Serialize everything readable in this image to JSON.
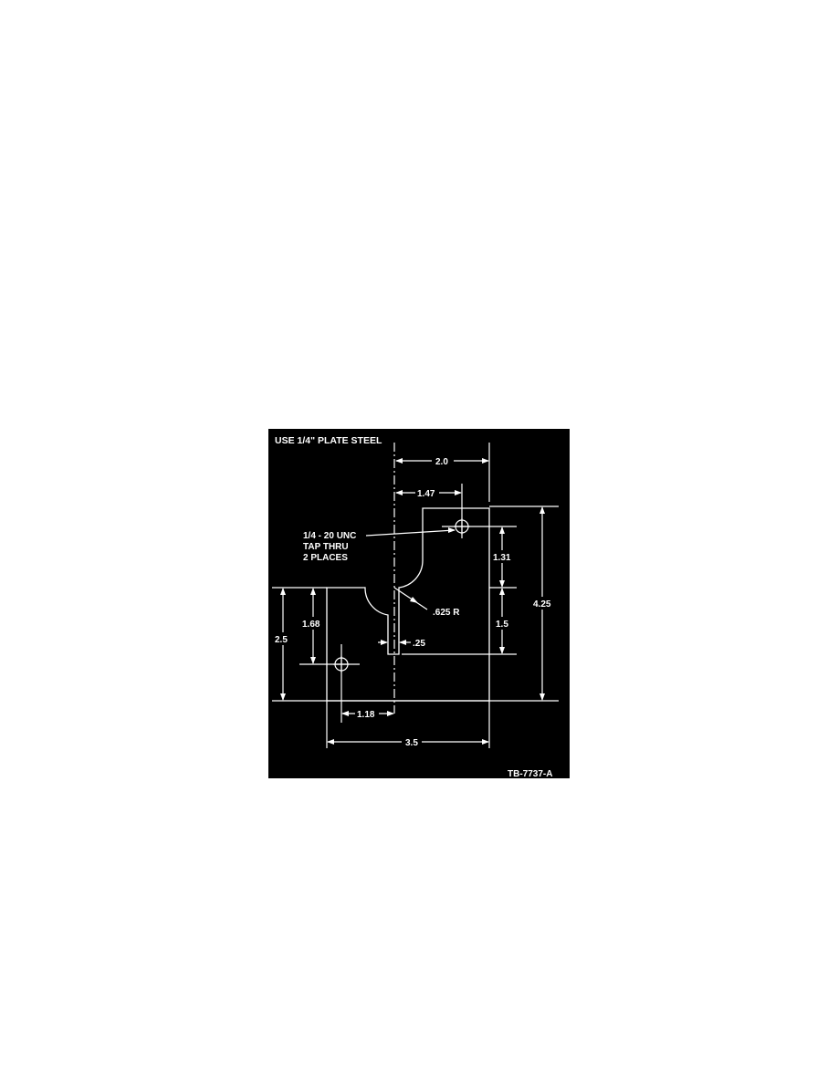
{
  "colors": {
    "background": "#000000",
    "ink": "#ffffff",
    "page": "#ffffff"
  },
  "title": "USE 1/4\" PLATE STEEL",
  "callouts": {
    "tap_line1": "1/4 - 20 UNC",
    "tap_line2": "TAP THRU",
    "tap_line3": "2 PLACES",
    "radius": ".625 R",
    "slot_width": ".25"
  },
  "dimensions": {
    "top_width": "2.0",
    "hole_from_center_top": "1.47",
    "hole_from_step": "1.31",
    "step_height": "1.5",
    "overall_height": "4.25",
    "lower_height": "2.5",
    "hole_height_left": "1.68",
    "hole_from_center_bottom": "1.18",
    "overall_width": "3.5"
  },
  "figure_id": "TB-7737-A"
}
